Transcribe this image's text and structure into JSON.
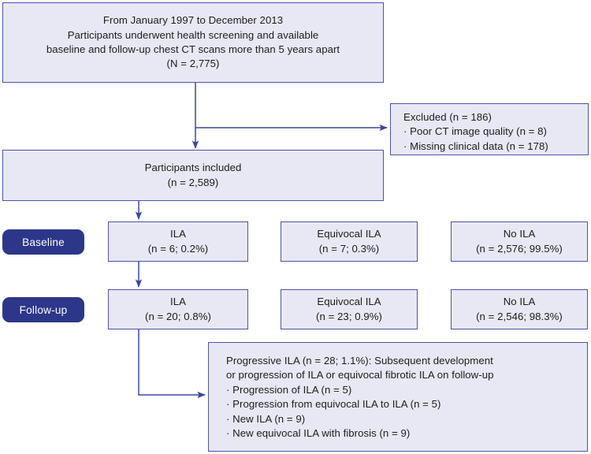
{
  "figure": {
    "type": "flowchart",
    "title": "Study participant selection flow diagram",
    "colors": {
      "box_fill": "#e8e8f4",
      "box_border": "#4a53a8",
      "pill_fill": "#2c3789",
      "pill_text": "#ffffff",
      "arrow": "#3a46a0",
      "text": "#1c1c1c",
      "background": "#ffffff"
    }
  },
  "nodes": {
    "enrollment": {
      "lines": [
        "From January 1997 to December 2013",
        "Participants underwent health screening and available",
        "baseline and follow-up chest CT scans more than 5 years apart",
        "(N = 2,775)"
      ]
    },
    "excluded": {
      "lines": [
        "Excluded (n = 186)",
        "· Poor CT image quality (n = 8)",
        "· Missing clinical data (n = 178)"
      ]
    },
    "included": {
      "lines": [
        "Participants included",
        "(n = 2,589)"
      ]
    },
    "baseline_label": "Baseline",
    "baseline_ila": {
      "lines": [
        "ILA",
        "(n = 6; 0.2%)"
      ]
    },
    "baseline_equivocal": {
      "lines": [
        "Equivocal ILA",
        "(n = 7; 0.3%)"
      ]
    },
    "baseline_no_ila": {
      "lines": [
        "No ILA",
        "(n = 2,576; 99.5%)"
      ]
    },
    "followup_label": "Follow-up",
    "followup_ila": {
      "lines": [
        "ILA",
        "(n = 20; 0.8%)"
      ]
    },
    "followup_equivocal": {
      "lines": [
        "Equivocal ILA",
        "(n = 23; 0.9%)"
      ]
    },
    "followup_no_ila": {
      "lines": [
        "No ILA",
        "(n = 2,546; 98.3%)"
      ]
    },
    "progressive": {
      "lines": [
        "Progressive ILA (n = 28; 1.1%): Subsequent development",
        "or progression of ILA or equivocal fibrotic ILA on follow-up",
        "· Progression of ILA (n = 5)",
        "· Progression from equivocal ILA to ILA (n = 5)",
        "· New ILA (n = 9)",
        "· New equivocal ILA with fibrosis (n = 9)"
      ]
    }
  }
}
